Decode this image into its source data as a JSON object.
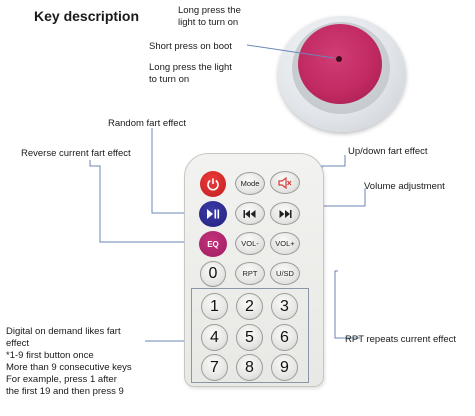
{
  "title": "Key description",
  "boot_labels": {
    "top": [
      "Long press the",
      "light to turn on"
    ],
    "middle": "Short press on boot",
    "bottom": [
      "Long press the light",
      "to turn on"
    ]
  },
  "labels": {
    "random": "Random fart effect",
    "reverse": "Reverse current fart effect",
    "updown": "Up/down fart effect",
    "volume": "Volume adjustment",
    "rpt": "RPT repeats current effect",
    "digital": [
      "Digital on demand likes fart",
      "effect",
      "*1-9 first button once",
      "More than 9 consecutive keys",
      "For example, press 1 after",
      "the first 19 and then press 9"
    ]
  },
  "remote": {
    "mode": "Mode",
    "vol_minus": "VOL-",
    "vol_plus": "VOL+",
    "eq": "EQ",
    "rpt": "RPT",
    "usd": "U/SD",
    "numbers": [
      "0",
      "1",
      "2",
      "3",
      "4",
      "5",
      "6",
      "7",
      "8",
      "9"
    ]
  },
  "icons": {
    "power": "power-icon",
    "mute": "mute-icon",
    "play_pause": "play-pause-icon",
    "prev": "previous-icon",
    "next": "next-icon"
  },
  "colors": {
    "power": "#c11f1f",
    "play": "#23227e",
    "eq": "#9f1f61",
    "mute_icon": "#d83b3b",
    "boot_button": "#c12a62",
    "leader": "#6b86b8"
  }
}
